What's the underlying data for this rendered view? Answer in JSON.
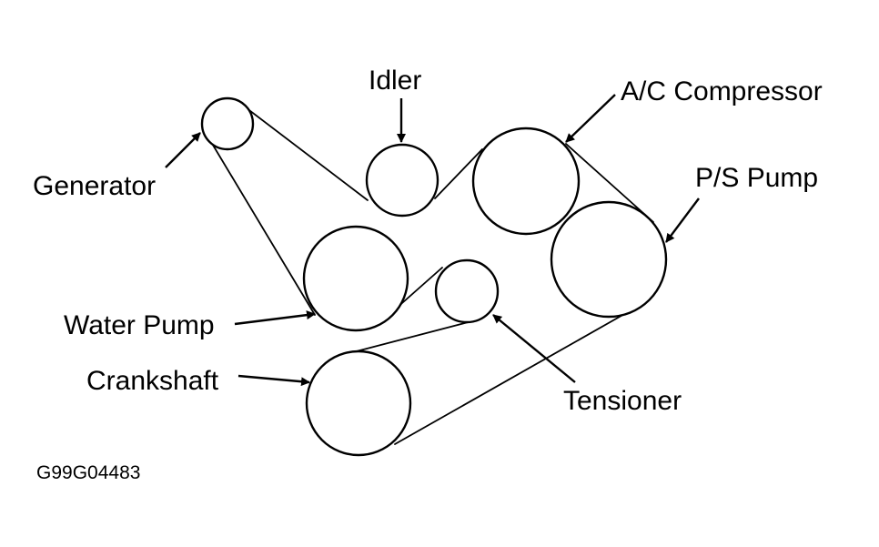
{
  "labels": {
    "idler": "Idler",
    "ac_compressor": "A/C Compressor",
    "generator": "Generator",
    "ps_pump": "P/S Pump",
    "water_pump": "Water Pump",
    "crankshaft": "Crankshaft",
    "tensioner": "Tensioner"
  },
  "figure_code": "G99G04483",
  "colors": {
    "ink": "#000000",
    "paper": "#ffffff"
  }
}
